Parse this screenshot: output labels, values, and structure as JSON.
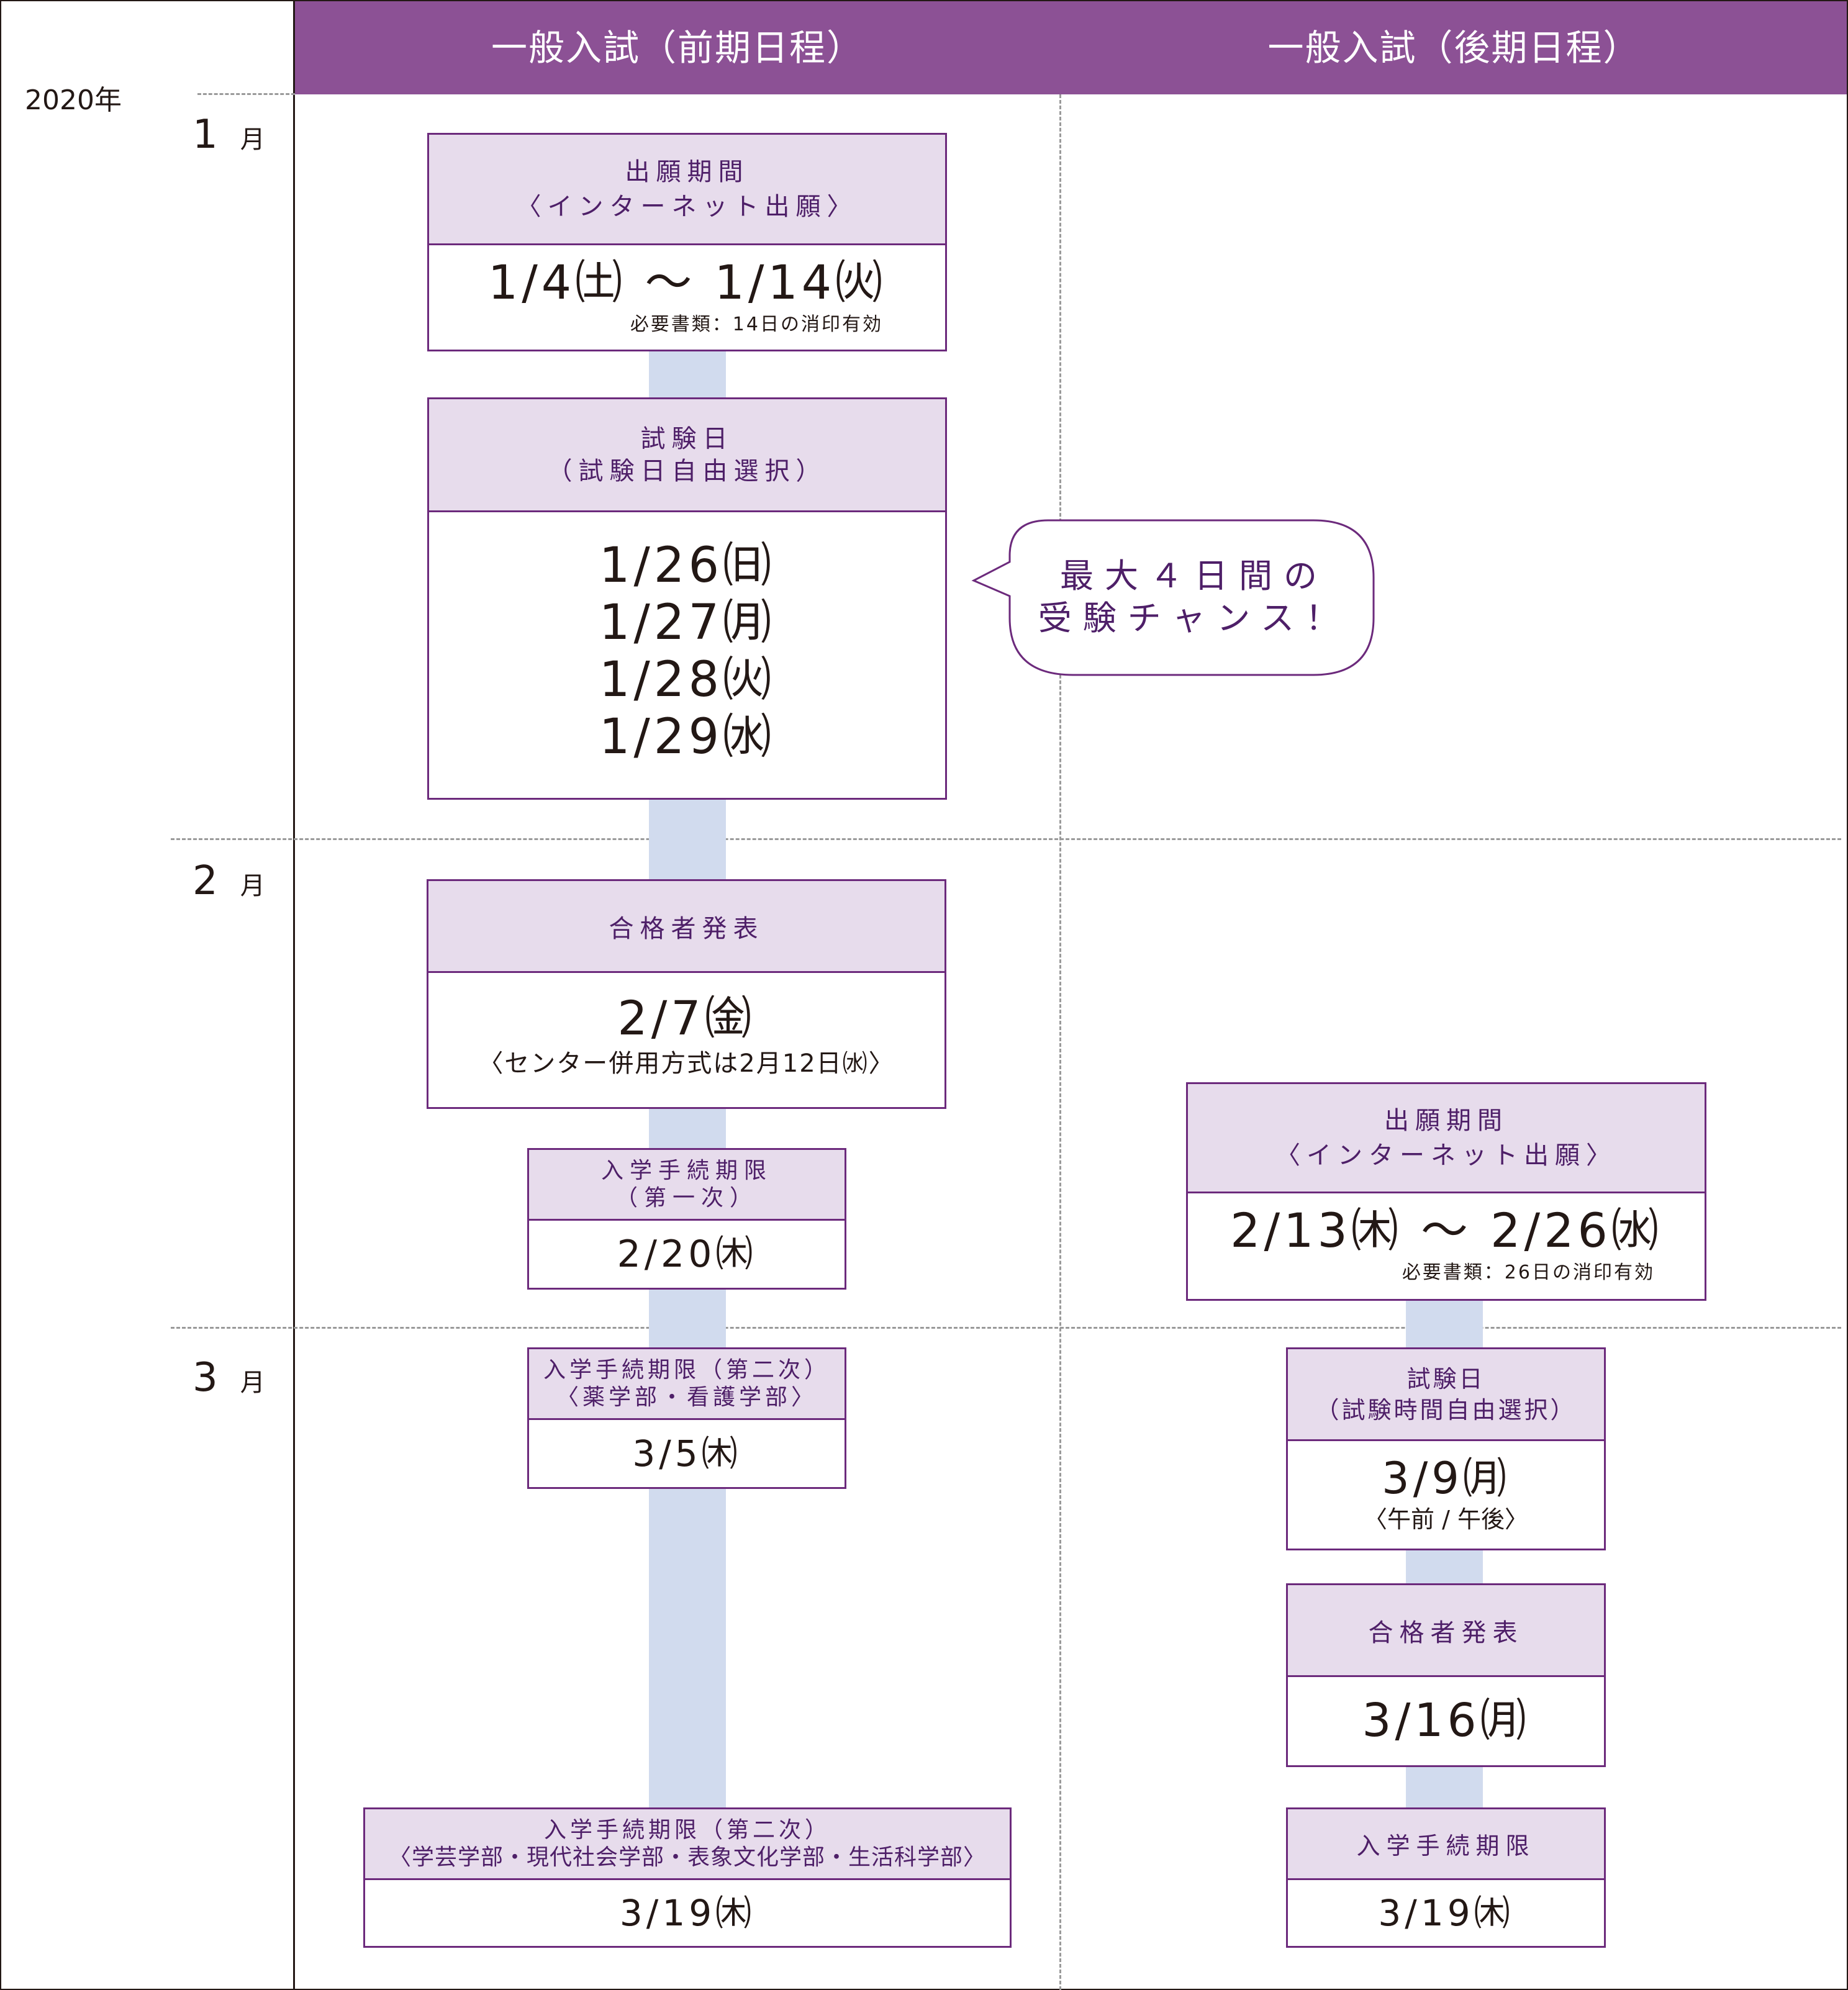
{
  "headers": {
    "first": "一般入試（前期日程）",
    "second": "一般入試（後期日程）"
  },
  "year": "2020年",
  "months": [
    {
      "num": "1",
      "unit": "月"
    },
    {
      "num": "2",
      "unit": "月"
    },
    {
      "num": "3",
      "unit": "月"
    }
  ],
  "first": {
    "application": {
      "title1": "出願期間",
      "title2": "〈インターネット出願〉",
      "dates": "1/4㈯ ～ 1/14㈫",
      "note": "必要書類：14日の消印有効"
    },
    "exam": {
      "title1": "試験日",
      "title2": "（試験日自由選択）",
      "dates": [
        "1/26㈰",
        "1/27㈪",
        "1/28㈫",
        "1/29㈬"
      ]
    },
    "callout": {
      "line1": "最大４日間の",
      "line2": "受験チャンス！"
    },
    "announce": {
      "title": "合格者発表",
      "date": "2/7㈮",
      "note": "〈センター併用方式は2月12日㈬〉"
    },
    "procedure1": {
      "title1": "入学手続期限",
      "title2": "（第一次）",
      "date": "2/20㈭"
    },
    "procedure2a": {
      "title1": "入学手続期限（第二次）",
      "title2": "〈薬学部・看護学部〉",
      "date": "3/5㈭"
    },
    "procedure2b": {
      "title1": "入学手続期限（第二次）",
      "title2": "〈学芸学部・現代社会学部・表象文化学部・生活科学部〉",
      "date": "3/19㈭"
    }
  },
  "second": {
    "application": {
      "title1": "出願期間",
      "title2": "〈インターネット出願〉",
      "dates": "2/13㈭ ～ 2/26㈬",
      "note": "必要書類：26日の消印有効"
    },
    "exam": {
      "title1": "試験日",
      "title2": "（試験時間自由選択）",
      "date": "3/9㈪",
      "note": "〈午前 / 午後〉"
    },
    "announce": {
      "title": "合格者発表",
      "date": "3/16㈪"
    },
    "procedure": {
      "title": "入学手続期限",
      "date": "3/19㈭"
    }
  },
  "colors": {
    "header_bg": "#8c5195",
    "box_header_bg": "#e7dcec",
    "box_border": "#6c2a7c",
    "timeline_bar": "#d1dbee"
  }
}
